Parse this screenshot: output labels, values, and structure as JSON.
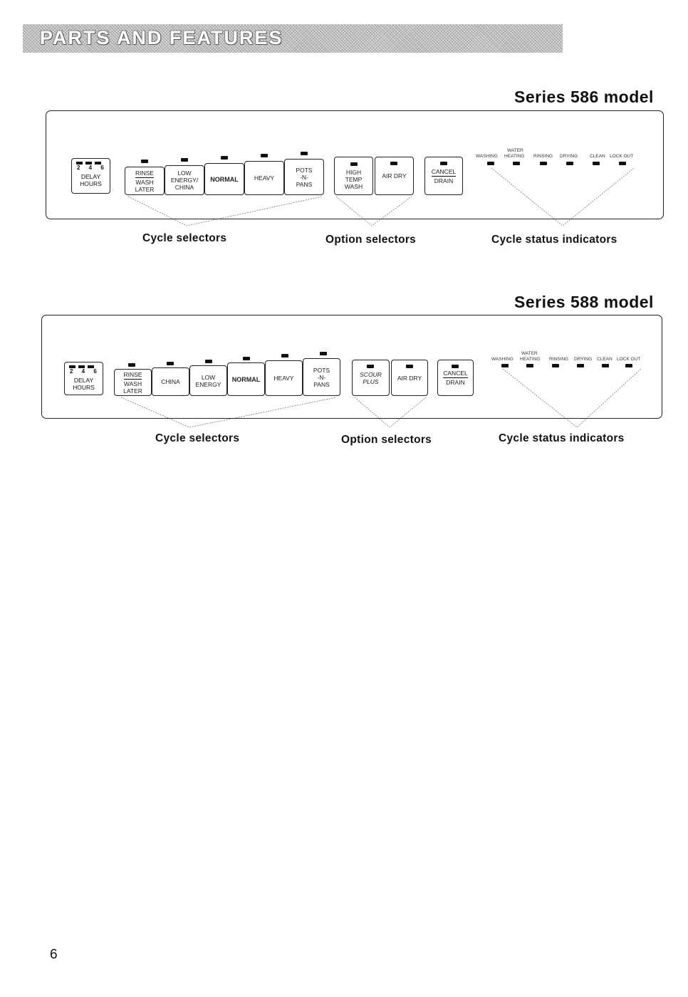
{
  "header": {
    "title": "PARTS AND FEATURES"
  },
  "models": [
    {
      "series_title": "Series 586 model",
      "delay": {
        "numbers": "2 4 6",
        "label_line1": "DELAY",
        "label_line2": "HOURS"
      },
      "cycle_buttons": [
        {
          "lines": [
            "RINSE",
            "WASH",
            "LATER"
          ]
        },
        {
          "lines": [
            "LOW",
            "ENERGY/",
            "CHINA"
          ]
        },
        {
          "lines": [
            "NORMAL"
          ]
        },
        {
          "lines": [
            "HEAVY"
          ]
        },
        {
          "lines": [
            "POTS",
            "-N-",
            "PANS"
          ]
        }
      ],
      "option_buttons": [
        {
          "lines": [
            "HIGH",
            "TEMP",
            "WASH"
          ]
        },
        {
          "lines": [
            "AIR DRY"
          ]
        }
      ],
      "cancel_button": {
        "line1": "CANCEL",
        "line2": "DRAIN"
      },
      "status_labels": {
        "water": "WATER",
        "washing": "WASHING",
        "heating": "HEATING",
        "rinsing": "RINSING",
        "drying": "DRYING",
        "clean": "CLEAN",
        "lockout": "LOCK OUT"
      },
      "captions": {
        "cycle": "Cycle selectors",
        "option": "Option selectors",
        "status": "Cycle status indicators"
      }
    },
    {
      "series_title": "Series 588 model",
      "delay": {
        "numbers": "2 4 6",
        "label_line1": "DELAY",
        "label_line2": "HOURS"
      },
      "cycle_buttons": [
        {
          "lines": [
            "RINSE",
            "WASH",
            "LATER"
          ]
        },
        {
          "lines": [
            "CHINA"
          ]
        },
        {
          "lines": [
            "LOW",
            "ENERGY"
          ]
        },
        {
          "lines": [
            "NORMAL"
          ]
        },
        {
          "lines": [
            "HEAVY"
          ]
        },
        {
          "lines": [
            "POTS",
            "-N-",
            "PANS"
          ]
        }
      ],
      "option_buttons": [
        {
          "lines": [
            "SCOUR",
            "PLUS"
          ]
        },
        {
          "lines": [
            "AIR DRY"
          ]
        }
      ],
      "cancel_button": {
        "line1": "CANCEL",
        "line2": "DRAIN"
      },
      "status_labels": {
        "water": "WATER",
        "washing": "WASHING",
        "heating": "HEATING",
        "rinsing": "RINSING",
        "drying": "DRYING",
        "clean": "CLEAN",
        "lockout": "LOCK OUT"
      },
      "captions": {
        "cycle": "Cycle selectors",
        "option": "Option selectors",
        "status": "Cycle status indicators"
      }
    }
  ],
  "page_number": "6"
}
